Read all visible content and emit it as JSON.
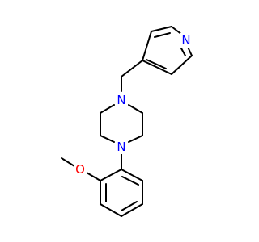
{
  "molecule": {
    "atoms": {
      "pyridine_n": {
        "label": "N",
        "color": "#0000ff"
      },
      "piperazine_n_top": {
        "label": "N",
        "color": "#0000ff"
      },
      "piperazine_n_bottom": {
        "label": "N",
        "color": "#0000ff"
      },
      "methoxy_o": {
        "label": "O",
        "color": "#ff0000"
      }
    }
  }
}
